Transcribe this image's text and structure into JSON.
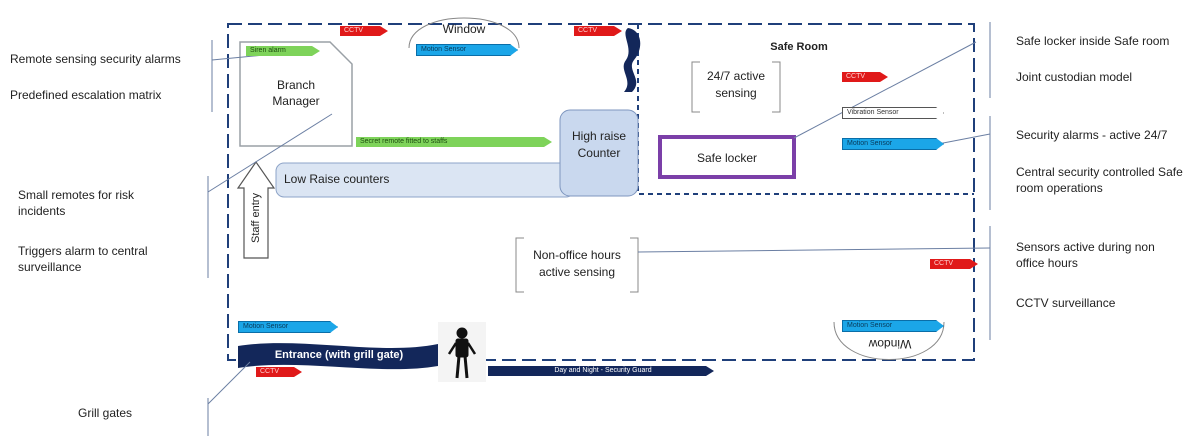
{
  "notes_left": {
    "remote_alarms": "Remote sensing security alarms",
    "escalation": "Predefined escalation matrix",
    "small_remotes": "Small remotes for risk incidents",
    "triggers": "Triggers alarm to central surveillance",
    "grill_gates": "Grill gates"
  },
  "notes_right": {
    "safe_locker_inside": "Safe locker inside Safe room",
    "joint_custodian": "Joint custodian model",
    "security_alarms": "Security alarms - active 24/7",
    "central_security": "Central security controlled Safe room operations",
    "sensors_non_office": "Sensors active during non office hours",
    "cctv_surveillance": "CCTV surveillance"
  },
  "rooms": {
    "branch_manager": "Branch Manager",
    "window_top": "Window",
    "window_bottom": "Window",
    "safe_room": "Safe Room",
    "active_sensing": "24/7 active sensing",
    "safe_locker": "Safe locker",
    "high_raise": "High raise Counter",
    "low_raise": "Low Raise counters",
    "staff_entry": "Staff entry",
    "non_office": "Non-office hours active sensing",
    "entrance": "Entrance (with grill gate)"
  },
  "tags": {
    "siren": "Siren alarm",
    "cctv": "CCTV",
    "motion_sensor": "Motion Sensor",
    "vibration_sensor": "Vibration Sensor",
    "secret_remote": "Secret remote fitted to staffs",
    "guard": "Day and Night - Security Guard"
  },
  "colors": {
    "border": "#1f3f7a",
    "locker": "#7b3fa8",
    "counter": "#c9d8ee",
    "navy": "#13275a"
  }
}
